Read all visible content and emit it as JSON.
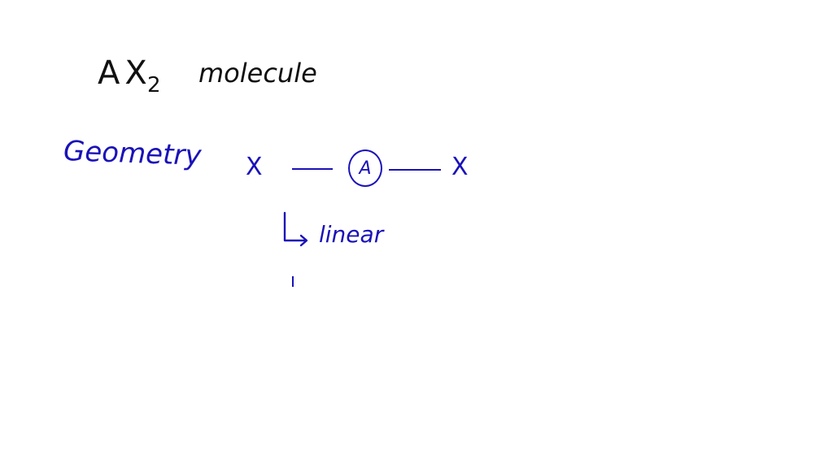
{
  "title": {
    "formula_main": "AX",
    "formula_subscript": "2",
    "word": "molecule"
  },
  "geometry": {
    "label": "Geometry",
    "left_atom": "X",
    "center_atom": "A",
    "right_atom": "X",
    "shape": "linear"
  },
  "colors": {
    "ink_black": "#111111",
    "ink_blue": "#1a12b8",
    "background": "#ffffff"
  }
}
